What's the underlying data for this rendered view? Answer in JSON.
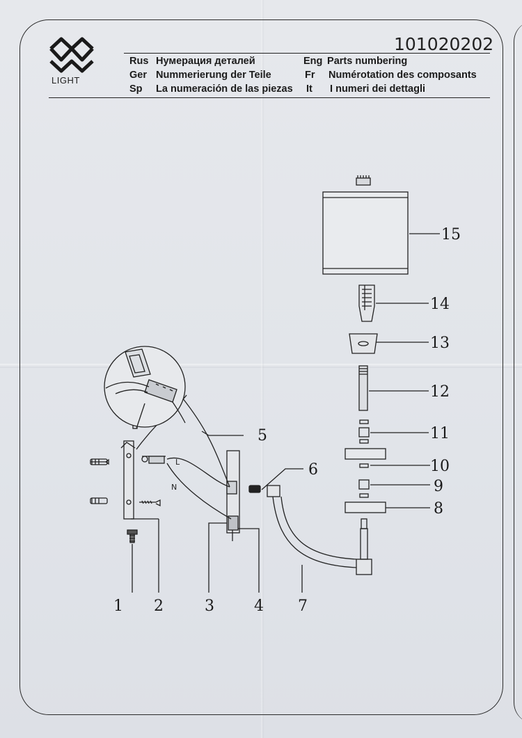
{
  "header": {
    "logo_text": "LIGHT",
    "model_number": "101020202",
    "rows": [
      {
        "left_code": "Rus",
        "left_text": "Нумерация деталей",
        "right_code": "Eng",
        "right_text": "Parts numbering"
      },
      {
        "left_code": "Ger",
        "left_text": "Nummerierung der Teile",
        "right_code": "Fr",
        "right_text": "Numérotation des composants"
      },
      {
        "left_code": "Sp",
        "left_text": "La numeración de las piezas",
        "right_code": "It",
        "right_text": "I numeri dei dettagli"
      }
    ]
  },
  "diagram": {
    "wire_labels": {
      "live": "L",
      "neutral": "N"
    },
    "part_numbers": [
      "1",
      "2",
      "3",
      "4",
      "5",
      "6",
      "7",
      "8",
      "9",
      "10",
      "11",
      "12",
      "13",
      "14",
      "15"
    ]
  }
}
